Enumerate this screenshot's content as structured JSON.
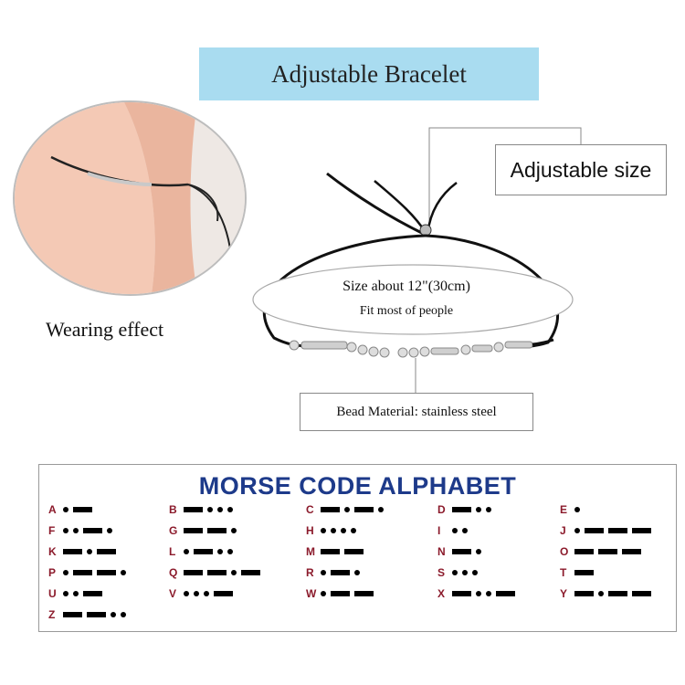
{
  "header": {
    "title": "Adjustable Bracelet"
  },
  "wearing_caption": "Wearing effect",
  "labels": {
    "adjustable": "Adjustable size",
    "size_line1": "Size about 12\"(30cm)",
    "size_line2": "Fit most of people",
    "material": "Bead Material: stainless steel"
  },
  "morse": {
    "title": "MORSE CODE ALPHABET",
    "columns": [
      [
        {
          "l": "A",
          "c": ".-"
        },
        {
          "l": "F",
          "c": "..-."
        },
        {
          "l": "K",
          "c": "-.-"
        },
        {
          "l": "P",
          "c": ".--."
        },
        {
          "l": "U",
          "c": "..-"
        },
        {
          "l": "Z",
          "c": "--.."
        }
      ],
      [
        {
          "l": "B",
          "c": "-..."
        },
        {
          "l": "G",
          "c": "--."
        },
        {
          "l": "L",
          "c": ".-.."
        },
        {
          "l": "Q",
          "c": "--.-"
        },
        {
          "l": "V",
          "c": "...-"
        }
      ],
      [
        {
          "l": "C",
          "c": "-.-."
        },
        {
          "l": "H",
          "c": "...."
        },
        {
          "l": "M",
          "c": "--"
        },
        {
          "l": "R",
          "c": ".-."
        },
        {
          "l": "W",
          "c": ".--"
        }
      ],
      [
        {
          "l": "D",
          "c": "-.."
        },
        {
          "l": "I",
          "c": ".."
        },
        {
          "l": "N",
          "c": "-."
        },
        {
          "l": "S",
          "c": "..."
        },
        {
          "l": "X",
          "c": "-..-"
        }
      ],
      [
        {
          "l": "E",
          "c": "."
        },
        {
          "l": "J",
          "c": ".---"
        },
        {
          "l": "O",
          "c": "---"
        },
        {
          "l": "T",
          "c": "-"
        },
        {
          "l": "Y",
          "c": "-.--"
        }
      ]
    ]
  },
  "colors": {
    "title_bg": "#a9dcf0",
    "morse_title": "#1d3a8a",
    "morse_letter": "#8b1a2b"
  }
}
